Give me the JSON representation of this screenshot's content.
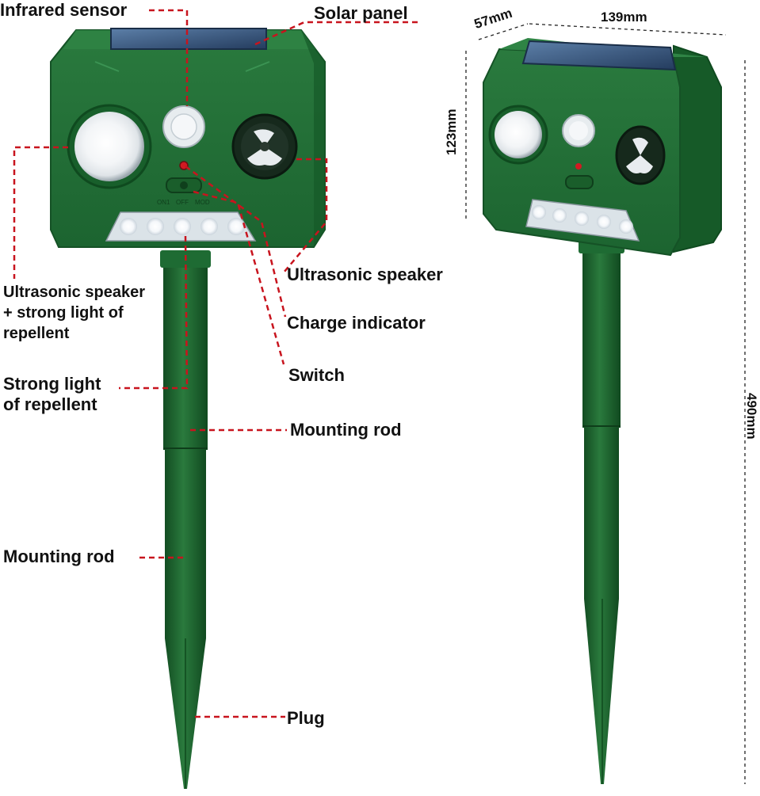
{
  "labels": {
    "infrared_sensor": "Infrared sensor",
    "solar_panel": "Solar panel",
    "ultrasonic_speaker_right": "Ultrasonic speaker",
    "charge_indicator": "Charge indicator",
    "switch": "Switch",
    "ultrasonic_speaker_left_line1": "Ultrasonic speaker",
    "ultrasonic_speaker_left_line2": "+ strong light of",
    "ultrasonic_speaker_left_line3": "repellent",
    "strong_light_line1": "Strong light",
    "strong_light_line2": "of repellent",
    "mounting_rod_upper": "Mounting rod",
    "mounting_rod_lower": "Mounting rod",
    "plug": "Plug"
  },
  "switch_positions": [
    "ON1",
    "OFF",
    "MOD"
  ],
  "dimensions": {
    "depth": "57mm",
    "width": "139mm",
    "height_box": "123mm",
    "height_total": "490mm"
  },
  "colors": {
    "body_green": "#1f6b34",
    "leader_red": "#c8141e",
    "led_white": "#ffffff",
    "panel_blue": "#2c4a72"
  }
}
